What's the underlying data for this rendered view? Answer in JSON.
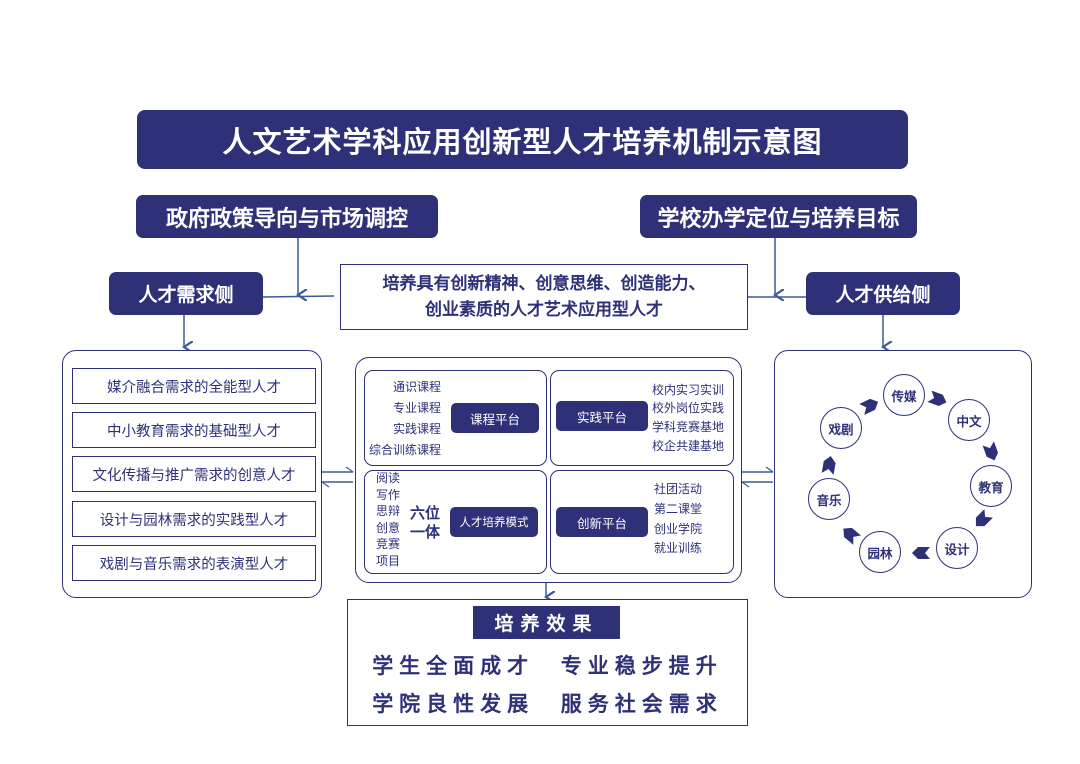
{
  "title": "人文艺术学科应用创新型人才培养机制示意图",
  "top_left": "政府政策导向与市场调控",
  "top_right": "学校办学定位与培养目标",
  "side_left": "人才需求侧",
  "side_right": "人才供给侧",
  "goal": {
    "line1": "培养具有创新精神、创意思维、创造能力、",
    "line2": "创业素质的人才艺术应用型人才"
  },
  "demand_items": [
    "媒介融合需求的全能型人才",
    "中小教育需求的基础型人才",
    "文化传播与推广需求的创意人才",
    "设计与园林需求的实践型人才",
    "戏剧与音乐需求的表演型人才"
  ],
  "platforms": {
    "course": {
      "label": "课程平台",
      "items": [
        "通识课程",
        "专业课程",
        "实践课程",
        "综合训练课程"
      ]
    },
    "practice": {
      "label": "实践平台",
      "items": [
        "校内实习实训",
        "校外岗位实践",
        "学科竞赛基地",
        "校企共建基地"
      ]
    },
    "training": {
      "label": "人才培养模式",
      "six_label_1": "六位",
      "six_label_2": "一体",
      "items": [
        "阅读",
        "写作",
        "思辩",
        "创意",
        "竞赛",
        "项目"
      ]
    },
    "innovation": {
      "label": "创新平台",
      "items": [
        "社团活动",
        "第二课堂",
        "创业学院",
        "就业训练"
      ]
    }
  },
  "cycle": [
    "传媒",
    "中文",
    "教育",
    "设计",
    "园林",
    "音乐",
    "戏剧"
  ],
  "result": {
    "title": "培养效果",
    "line1": "学生全面成才  专业稳步提升",
    "line2": "学院良性发展  服务社会需求"
  },
  "colors": {
    "navy": "#2e3178",
    "connector": "#3a5a9a"
  }
}
